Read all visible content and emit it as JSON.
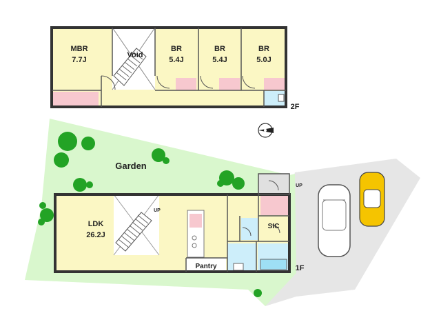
{
  "floor2": {
    "rooms": [
      {
        "id": "mbr",
        "name": "MBR",
        "size": "7.7J"
      },
      {
        "id": "void",
        "name": "Void"
      },
      {
        "id": "br1",
        "name": "BR",
        "size": "5.4J"
      },
      {
        "id": "br2",
        "name": "BR",
        "size": "5.4J"
      },
      {
        "id": "br3",
        "name": "BR",
        "size": "5.0J"
      }
    ],
    "level_label": "2F"
  },
  "floor1": {
    "ldk": {
      "name": "LDK",
      "size": "26.2J"
    },
    "pantry": "Pantry",
    "sic": "SIC",
    "up_stair": "UP",
    "up_entry": "UP",
    "level_label": "1F"
  },
  "garden_label": "Garden",
  "colors": {
    "garden": "#d9f7cd",
    "room": "#fbf7c4",
    "closet": "#f7c8cf",
    "wet": "#cdeefa",
    "parking": "#e6e6e6",
    "tree": "#23a325",
    "car_yellow": "#f5c400"
  },
  "icons": [
    "compass-icon",
    "stair-icon",
    "car-icon",
    "tree-icon"
  ]
}
